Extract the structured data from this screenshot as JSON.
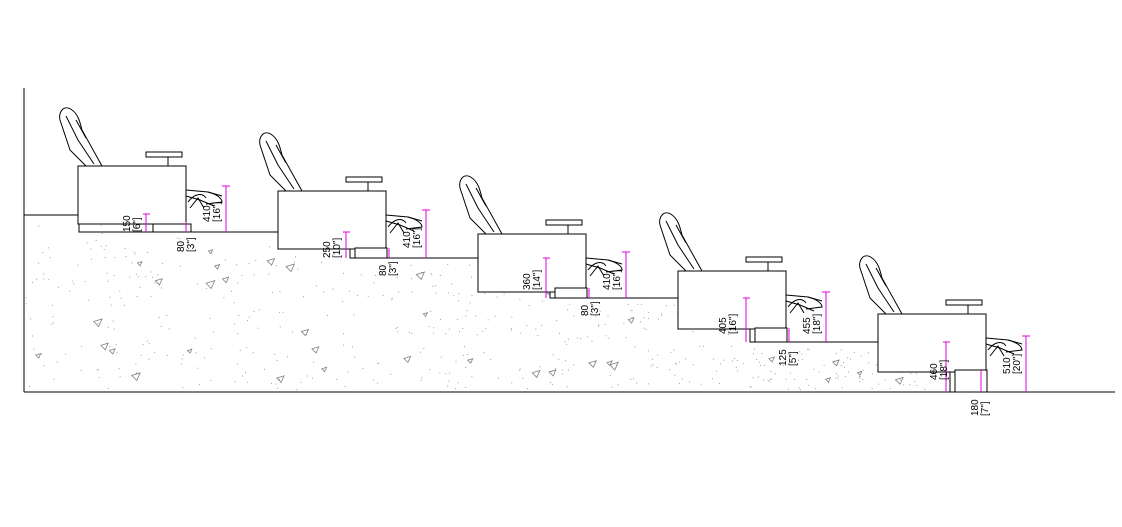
{
  "colors": {
    "line": "#000000",
    "dimension": "#e000e0",
    "background": "#ffffff",
    "concrete_speckle": "#808080"
  },
  "icons": [
    "recliner-seat-icon"
  ],
  "dimensions": [
    {
      "id": "d1",
      "value": "150",
      "inch": "[6\"]"
    },
    {
      "id": "d2",
      "value": "80",
      "inch": "[3\"]"
    },
    {
      "id": "d3",
      "value": "410",
      "inch": "[16\"]"
    },
    {
      "id": "d4",
      "value": "250",
      "inch": "[10\"]"
    },
    {
      "id": "d5",
      "value": "80",
      "inch": "[3\"]"
    },
    {
      "id": "d6",
      "value": "410",
      "inch": "[16\"]"
    },
    {
      "id": "d7",
      "value": "360",
      "inch": "[14\"]"
    },
    {
      "id": "d8",
      "value": "80",
      "inch": "[3\"]"
    },
    {
      "id": "d9",
      "value": "410",
      "inch": "[16\"]"
    },
    {
      "id": "d10",
      "value": "405",
      "inch": "[16\"]"
    },
    {
      "id": "d11",
      "value": "125",
      "inch": "[5\"]"
    },
    {
      "id": "d12",
      "value": "455",
      "inch": "[18\"]"
    },
    {
      "id": "d13",
      "value": "460",
      "inch": "[18\"]"
    },
    {
      "id": "d14",
      "value": "180",
      "inch": "[7\"]"
    },
    {
      "id": "d15",
      "value": "510",
      "inch": "[20\"]"
    }
  ]
}
